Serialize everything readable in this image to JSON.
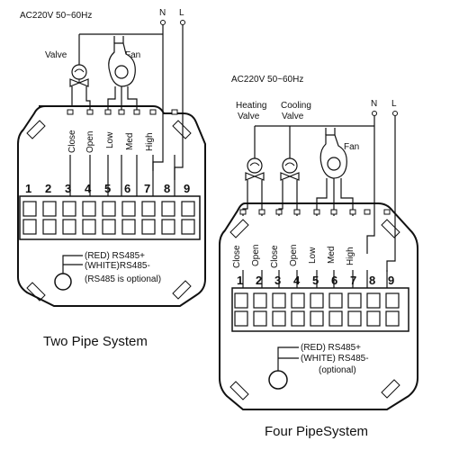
{
  "two_pipe": {
    "supply_label": "AC220V 50~60Hz",
    "n_label": "N",
    "l_label": "L",
    "valve_label": "Valve",
    "fan_label": "Fan",
    "terminal_labels": [
      "Close",
      "Open",
      "Low",
      "Med",
      "High"
    ],
    "terminal_numbers": [
      "1",
      "2",
      "3",
      "4",
      "5",
      "6",
      "7",
      "8",
      "9"
    ],
    "rs485_red": "(RED) RS485+",
    "rs485_white": "(WHITE)RS485-",
    "rs485_note": "(RS485 is optional)",
    "caption": "Two Pipe System"
  },
  "four_pipe": {
    "supply_label": "AC220V 50~60Hz",
    "n_label": "N",
    "l_label": "L",
    "heating_valve_label_1": "Heating",
    "heating_valve_label_2": "Valve",
    "cooling_valve_label_1": "Cooling",
    "cooling_valve_label_2": "Valve",
    "fan_label": "Fan",
    "terminal_labels": [
      "Close",
      "Open",
      "Close",
      "Open",
      "Low",
      "Med",
      "High"
    ],
    "terminal_numbers": [
      "1",
      "2",
      "3",
      "4",
      "5",
      "6",
      "7",
      "8",
      "9"
    ],
    "rs485_red": "(RED)  RS485+",
    "rs485_white": "(WHITE) RS485-",
    "rs485_note": "(optional)",
    "caption": "Four PipeSystem"
  }
}
